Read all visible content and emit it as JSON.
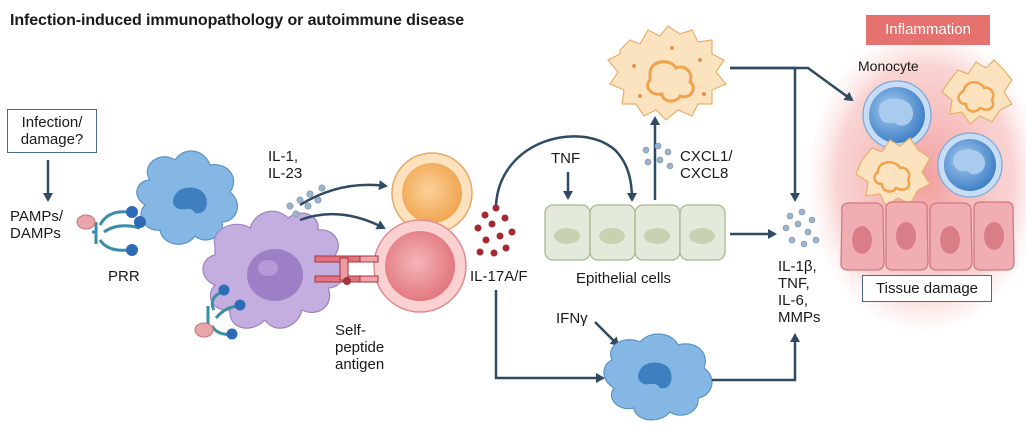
{
  "title": "Infection-induced immunopathology or autoimmune disease",
  "labels": {
    "infection_line1": "Infection/",
    "infection_line2": "damage?",
    "pamps_line1": "PAMPs/",
    "pamps_line2": "DAMPs",
    "prr": "PRR",
    "il1_line1": "IL-1,",
    "il1_line2": "IL-23",
    "self_line1": "Self-",
    "self_line2": "peptide",
    "self_line3": "antigen",
    "il17": "IL-17A/F",
    "tnf": "TNF",
    "cxcl_line1": "CXCL1/",
    "cxcl_line2": "CXCL8",
    "epithelial": "Epithelial cells",
    "ifng": "IFNγ",
    "il1b_line1": "IL-1β,",
    "il1b_line2": "TNF,",
    "il1b_line3": "IL-6,",
    "il1b_line4": "MMPs",
    "inflammation": "Inflammation",
    "monocyte": "Monocyte",
    "tissue_damage": "Tissue damage"
  },
  "colors": {
    "arrow": "#2f4a63",
    "dendritic": "#b9a0d6",
    "macrophage": "#7fb3e2",
    "t_cell_orange": "#f6b76d",
    "t_cell_pink": "#ef8f94",
    "neutrophil": "#fbe0b8",
    "monocyte": "#4f8fd3",
    "epithelium": "#dfe6cf",
    "tissue": "#ec9aa0",
    "inflammation": "#e5726f",
    "cytokine_dot": "#9db3c9",
    "il17_dot": "#a8282f"
  },
  "icons": {
    "dendritic_cell": "dendritic-cell-icon",
    "macrophage": "macrophage-icon",
    "t_cell": "t-cell-icon",
    "neutrophil": "neutrophil-icon",
    "monocyte": "monocyte-icon",
    "receptor": "prr-receptor-icon",
    "tcr_mhc": "tcr-mhc-icon"
  }
}
